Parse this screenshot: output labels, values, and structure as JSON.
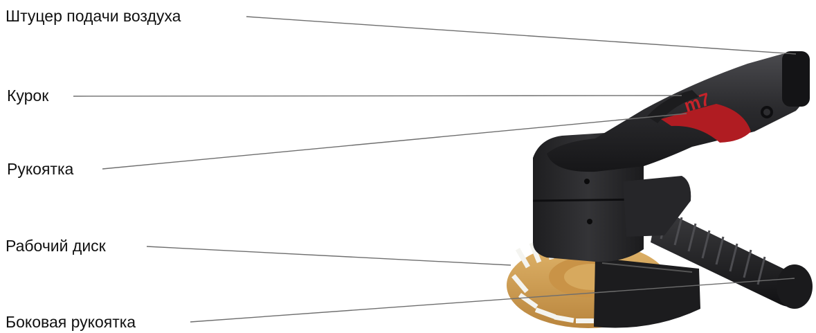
{
  "labels": {
    "air_inlet": "Штуцер подачи воздуха",
    "trigger": "Курок",
    "handle": "Рукоятка",
    "work_disc": "Рабочий диск",
    "side_handle": "Боковая рукоятка"
  },
  "brand_logo": "m7",
  "colors": {
    "tool_body": "#2a2a2c",
    "accent_red": "#b01c22",
    "disc": "#cf9e52",
    "leader_line": "#6e6e6e"
  }
}
